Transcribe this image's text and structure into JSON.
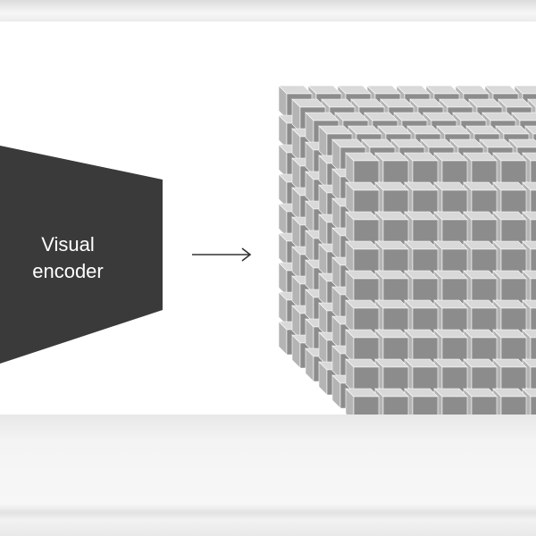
{
  "diagram": {
    "encoder_label_line1": "Visual",
    "encoder_label_line2": "encoder",
    "encoder_color": "#3a3a3a",
    "arrow_color": "#333333",
    "cube": {
      "columns": 9,
      "rows": 9,
      "depth": 6,
      "face_color": "#8c8c8c",
      "top_color": "#d9d9d9",
      "side_color": "#b4b4b4"
    }
  }
}
